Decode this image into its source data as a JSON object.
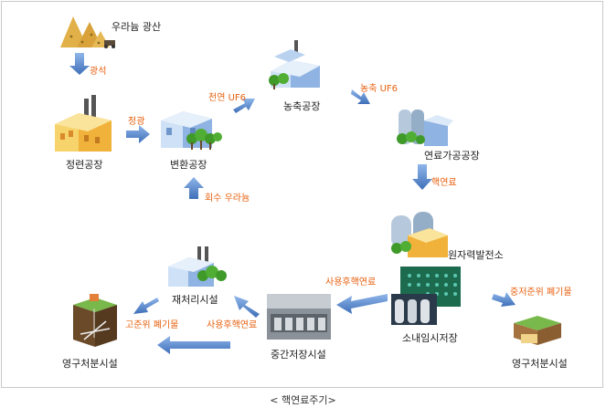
{
  "caption": "< 핵연료주기>",
  "nodes": {
    "mine": "우라늄 광산",
    "refinery": "정련공장",
    "conversion": "변환공장",
    "enrichment": "농축공장",
    "fabrication": "연료가공공장",
    "powerplant": "원자력발전소",
    "onsite_storage": "소내임시저장",
    "interim_storage": "중간저장시설",
    "reprocessing": "재처리시설",
    "disposal_left": "영구처분시설",
    "disposal_right": "영구처분시설"
  },
  "flows": {
    "ore": "광석",
    "concentrate": "정광",
    "natural_uf6": "천연 UF6",
    "enriched_uf6": "농축 UF6",
    "fuel": "핵연료",
    "recovered_u": "회수 우라늄",
    "spent_fuel_1": "사용후핵연료",
    "spent_fuel_2": "사용후핵연료",
    "hlw": "고준위 폐기물",
    "ilw": "중저준위 폐기물"
  },
  "colors": {
    "arrow": "#4a7fc6",
    "flow_label": "#e8600f",
    "building_light": "#bcd5f2",
    "building_dark": "#7aa4d6",
    "factory_yellow": "#f5c64a",
    "tree": "#3f9a2a",
    "ore": "#e2b048"
  }
}
